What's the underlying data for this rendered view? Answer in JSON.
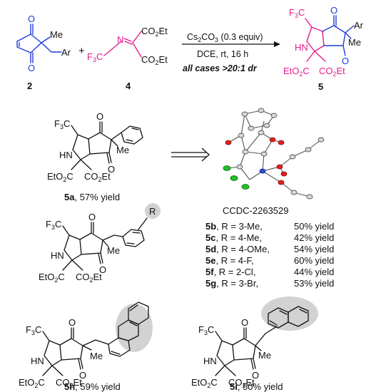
{
  "reaction": {
    "compound_2_label": "2",
    "compound_4_label": "4",
    "product_5_label": "5",
    "plus": "+",
    "reagent": "Cs2CO3 (0.3 equiv)",
    "conditions": "DCE, rt, 16 h",
    "selectivity": "all cases >20:1 dr",
    "ar": "Ar",
    "me": "Me",
    "f3c": "F3C",
    "co2et": "CO2Et",
    "eto2c": "EtO2C",
    "hn": "HN",
    "n": "N",
    "o": "O"
  },
  "example_5a": {
    "label": "5a",
    "yield": ", 57% yield"
  },
  "crystal": {
    "ccdc": "CCDC-2263529"
  },
  "aryl_series": {
    "r_label": "R",
    "entries": [
      {
        "id": "5b",
        "text": ", R = 3-Me,",
        "yield": "50% yield"
      },
      {
        "id": "5c",
        "text": ", R = 4-Me,",
        "yield": "42% yield"
      },
      {
        "id": "5d",
        "text": ", R = 4-OMe,",
        "yield": "54% yield"
      },
      {
        "id": "5e",
        "text": ", R = 4-F,",
        "yield": "60% yield"
      },
      {
        "id": "5f",
        "text": ", R = 2-Cl,",
        "yield": "44% yield"
      },
      {
        "id": "5g",
        "text": ", R = 3-Br,",
        "yield": "53% yield"
      }
    ]
  },
  "example_5h": {
    "label": "5h",
    "yield": ", 59% yield"
  },
  "example_5i": {
    "label": "5i",
    "yield": ", 50% yield"
  },
  "colors": {
    "blue": "#1f3bdc",
    "magenta": "#e61a8d",
    "green": "#22c02a",
    "red": "#e02020",
    "gray_highlight": "#d2d2d2"
  }
}
